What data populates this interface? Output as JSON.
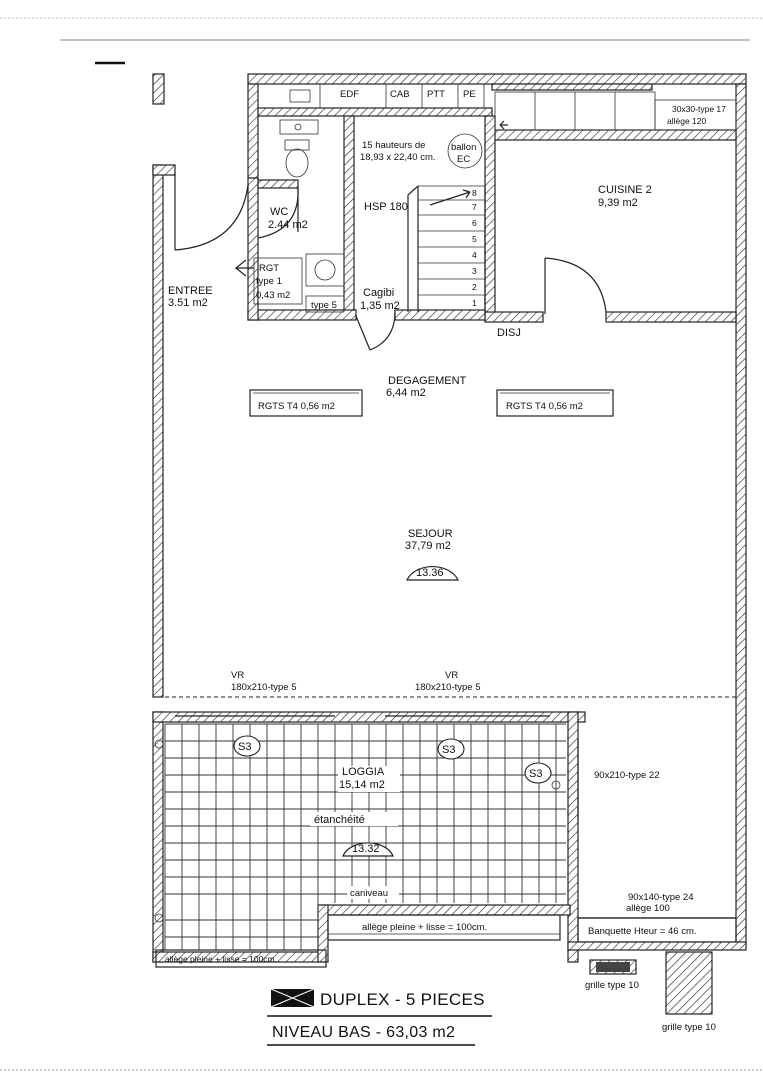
{
  "title": {
    "logo_icon": "crossed-box-icon",
    "main": "DUPLEX - 5 PIECES",
    "sub": "NIVEAU BAS - 63,03 m2"
  },
  "meters": {
    "edf": "EDF",
    "cab": "CAB",
    "ptt": "PTT",
    "pe": "PE"
  },
  "window_top_right": {
    "size": "30x30-type 17",
    "allege": "allège 120"
  },
  "stairs": {
    "heights": "15 hauteurs de",
    "dims": "18,93 x 22,40 cm.",
    "hsp": "HSP 180",
    "steps": [
      "1",
      "2",
      "3",
      "4",
      "5",
      "6",
      "7",
      "8"
    ]
  },
  "ballon": {
    "line1": "ballon",
    "line2": "EC"
  },
  "rooms": {
    "cuisine": {
      "name": "CUISINE 2",
      "area": "9,39 m2"
    },
    "wc": {
      "name": "WC",
      "area": "2.44 m2"
    },
    "entree": {
      "name": "ENTREE",
      "area": "3.51 m2"
    },
    "rgt": {
      "name": "RGT",
      "type": "type 1",
      "area": "0,43 m2"
    },
    "cagibi": {
      "name": "Cagibi",
      "area": "1,35 m2"
    },
    "degagement": {
      "name": "DEGAGEMENT",
      "area": "6,44 m2"
    },
    "sejour": {
      "name": "SEJOUR",
      "area": "37,79 m2",
      "tag": "13.36"
    },
    "loggia": {
      "name": "LOGGIA",
      "area": "15,14 m2",
      "note": "étanchéité",
      "tag": "13.32",
      "caniveau": "caniveau"
    }
  },
  "labels": {
    "type5": "type 5",
    "disj": "DISJ",
    "rgts_left": "RGTS T4  0,56 m2",
    "rgts_right": "RGTS T4  0,56 m2",
    "vr_left": "VR",
    "vr_left_size": "180x210-type 5",
    "vr_right": "VR",
    "vr_right_size": "180x210-type 5",
    "s3": "S3",
    "door_right": "90x210-type 22",
    "window_right": "90x140-type 24",
    "window_right_allege": "allège 100",
    "allege_main": "allège pleine + lisse = 100cm.",
    "allege_left": "allège pleine + lisse = 100cm.",
    "banquette": "Banquette Hteur = 46 cm.",
    "grille_left": "grille type 10",
    "grille_right": "grille type 10"
  }
}
